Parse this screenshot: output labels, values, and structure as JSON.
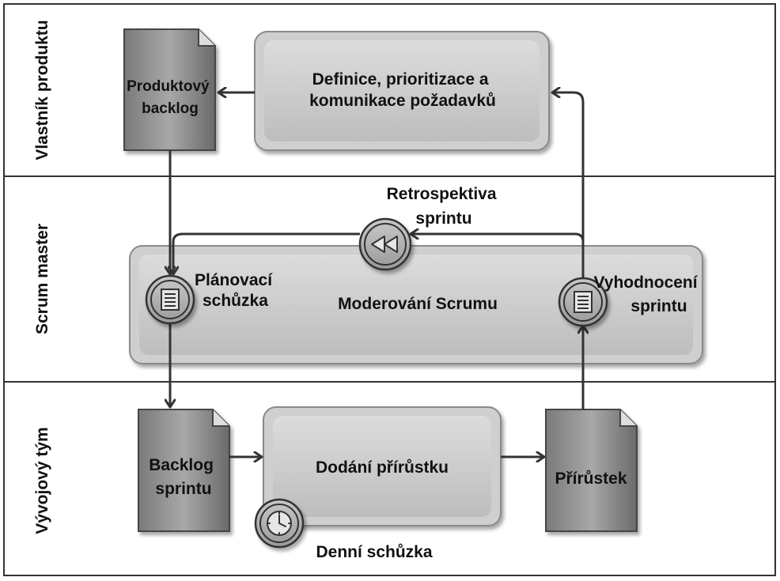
{
  "lanes": [
    {
      "id": "product-owner",
      "label": "Vlastník produktu"
    },
    {
      "id": "scrum-master",
      "label": "Scrum master"
    },
    {
      "id": "dev-team",
      "label": "Vývojový tým"
    }
  ],
  "documents": {
    "product_backlog": [
      "Produktový",
      "backlog"
    ],
    "sprint_backlog": [
      "Backlog",
      "sprintu"
    ],
    "increment": [
      "Přírůstek"
    ]
  },
  "tasks": {
    "define": [
      "Definice, prioritizace a",
      "komunikace požadavků"
    ],
    "moderate": [
      "Moderování Scrumu"
    ],
    "deliver": [
      "Dodání přírůstku"
    ]
  },
  "events": {
    "planning": [
      "Plánovací",
      "schůzka"
    ],
    "review": [
      "Vyhodnocení",
      "sprintu"
    ],
    "retrospective": [
      "Retrospektiva",
      "sprintu"
    ],
    "daily": [
      "Denní schůzka"
    ]
  },
  "icons": {
    "planning": "document-list-icon",
    "review": "document-list-icon",
    "retrospective": "rewind-icon",
    "daily": "clock-icon"
  }
}
